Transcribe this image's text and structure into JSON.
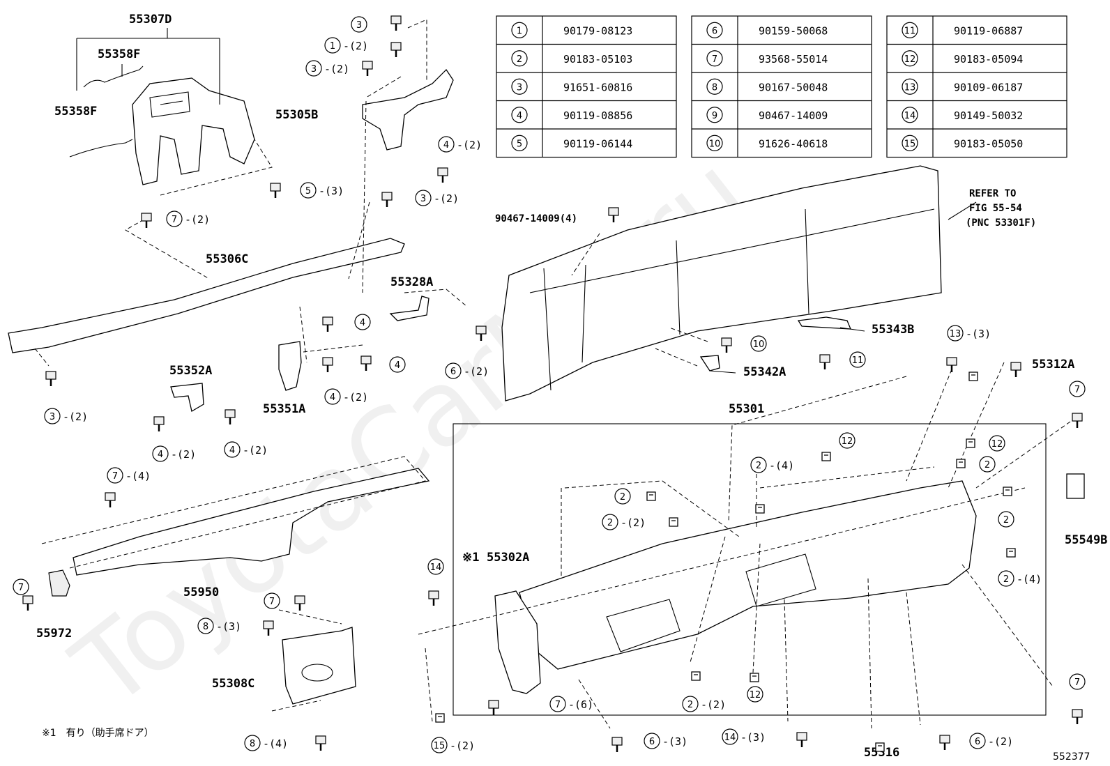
{
  "watermark": "ToyotaCarMir.ru",
  "part_tables": [
    [
      {
        "ref": "1",
        "part_no": "90179-08123"
      },
      {
        "ref": "2",
        "part_no": "90183-05103"
      },
      {
        "ref": "3",
        "part_no": "91651-60816"
      },
      {
        "ref": "4",
        "part_no": "90119-08856"
      },
      {
        "ref": "5",
        "part_no": "90119-06144"
      }
    ],
    [
      {
        "ref": "6",
        "part_no": "90159-50068"
      },
      {
        "ref": "7",
        "part_no": "93568-55014"
      },
      {
        "ref": "8",
        "part_no": "90167-50048"
      },
      {
        "ref": "9",
        "part_no": "90467-14009"
      },
      {
        "ref": "10",
        "part_no": "91626-40618"
      }
    ],
    [
      {
        "ref": "11",
        "part_no": "90119-06887"
      },
      {
        "ref": "12",
        "part_no": "90183-05094"
      },
      {
        "ref": "13",
        "part_no": "90109-06187"
      },
      {
        "ref": "14",
        "part_no": "90149-50032"
      },
      {
        "ref": "15",
        "part_no": "90183-05050"
      }
    ]
  ],
  "part_labels": {
    "p55307D": "55307D",
    "p55358F_a": "55358F",
    "p55358F_b": "55358F",
    "p55305B": "55305B",
    "p55306C": "55306C",
    "p55328A": "55328A",
    "p55352A": "55352A",
    "p55351A": "55351A",
    "p55950": "55950",
    "p55972": "55972",
    "p55308C": "55308C",
    "p55343B": "55343B",
    "p55342A": "55342A",
    "p55301": "55301",
    "p55312A": "55312A",
    "p55549B": "55549B",
    "p55302A": "55302A",
    "p55316": "55316",
    "p90467": "90467-14009(4)"
  },
  "refer": {
    "line1": "REFER TO",
    "line2": "FIG 55-54",
    "line3": "(PNC 53301F)"
  },
  "callouts": [
    {
      "id": "c3a",
      "num": "3",
      "qty": ""
    },
    {
      "id": "c1a",
      "num": "1",
      "qty": "-(2)"
    },
    {
      "id": "c3b",
      "num": "3",
      "qty": "-(2)"
    },
    {
      "id": "c4a",
      "num": "4",
      "qty": "-(2)"
    },
    {
      "id": "c5a",
      "num": "5",
      "qty": "-(3)"
    },
    {
      "id": "c7a",
      "num": "7",
      "qty": "-(2)"
    },
    {
      "id": "c3c",
      "num": "3",
      "qty": "-(2)"
    },
    {
      "id": "c4b",
      "num": "4",
      "qty": ""
    },
    {
      "id": "c4c",
      "num": "4",
      "qty": ""
    },
    {
      "id": "c4d",
      "num": "4",
      "qty": "-(2)"
    },
    {
      "id": "c6a",
      "num": "6",
      "qty": "-(2)"
    },
    {
      "id": "c3d",
      "num": "3",
      "qty": "-(2)"
    },
    {
      "id": "c4e",
      "num": "4",
      "qty": "-(2)"
    },
    {
      "id": "c4f",
      "num": "4",
      "qty": "-(2)"
    },
    {
      "id": "c7b",
      "num": "7",
      "qty": "-(4)"
    },
    {
      "id": "c7c",
      "num": "7",
      "qty": ""
    },
    {
      "id": "c7d",
      "num": "7",
      "qty": ""
    },
    {
      "id": "c8a",
      "num": "8",
      "qty": "-(3)"
    },
    {
      "id": "c8b",
      "num": "8",
      "qty": "-(4)"
    },
    {
      "id": "c10",
      "num": "10",
      "qty": ""
    },
    {
      "id": "c11",
      "num": "11",
      "qty": ""
    },
    {
      "id": "c13",
      "num": "13",
      "qty": "-(3)"
    },
    {
      "id": "c7e",
      "num": "7",
      "qty": ""
    },
    {
      "id": "c12a",
      "num": "12",
      "qty": ""
    },
    {
      "id": "c12b",
      "num": "12",
      "qty": ""
    },
    {
      "id": "c2a",
      "num": "2",
      "qty": "-(4)"
    },
    {
      "id": "c2b",
      "num": "2",
      "qty": ""
    },
    {
      "id": "c2c",
      "num": "2",
      "qty": ""
    },
    {
      "id": "c2d",
      "num": "2",
      "qty": "-(2)"
    },
    {
      "id": "c2e",
      "num": "2",
      "qty": ""
    },
    {
      "id": "c2f",
      "num": "2",
      "qty": "-(4)"
    },
    {
      "id": "c14a",
      "num": "14",
      "qty": ""
    },
    {
      "id": "c7f",
      "num": "7",
      "qty": "-(6)"
    },
    {
      "id": "c15",
      "num": "15",
      "qty": "-(2)"
    },
    {
      "id": "c6b",
      "num": "6",
      "qty": "-(3)"
    },
    {
      "id": "c2g",
      "num": "2",
      "qty": "-(2)"
    },
    {
      "id": "c12c",
      "num": "12",
      "qty": ""
    },
    {
      "id": "c14b",
      "num": "14",
      "qty": "-(3)"
    },
    {
      "id": "c6c",
      "num": "6",
      "qty": "-(2)"
    },
    {
      "id": "c7g",
      "num": "7",
      "qty": ""
    }
  ],
  "note_mark": "※1",
  "note_text": "※1　有り（助手席ドア）",
  "diagram_code": "552377"
}
